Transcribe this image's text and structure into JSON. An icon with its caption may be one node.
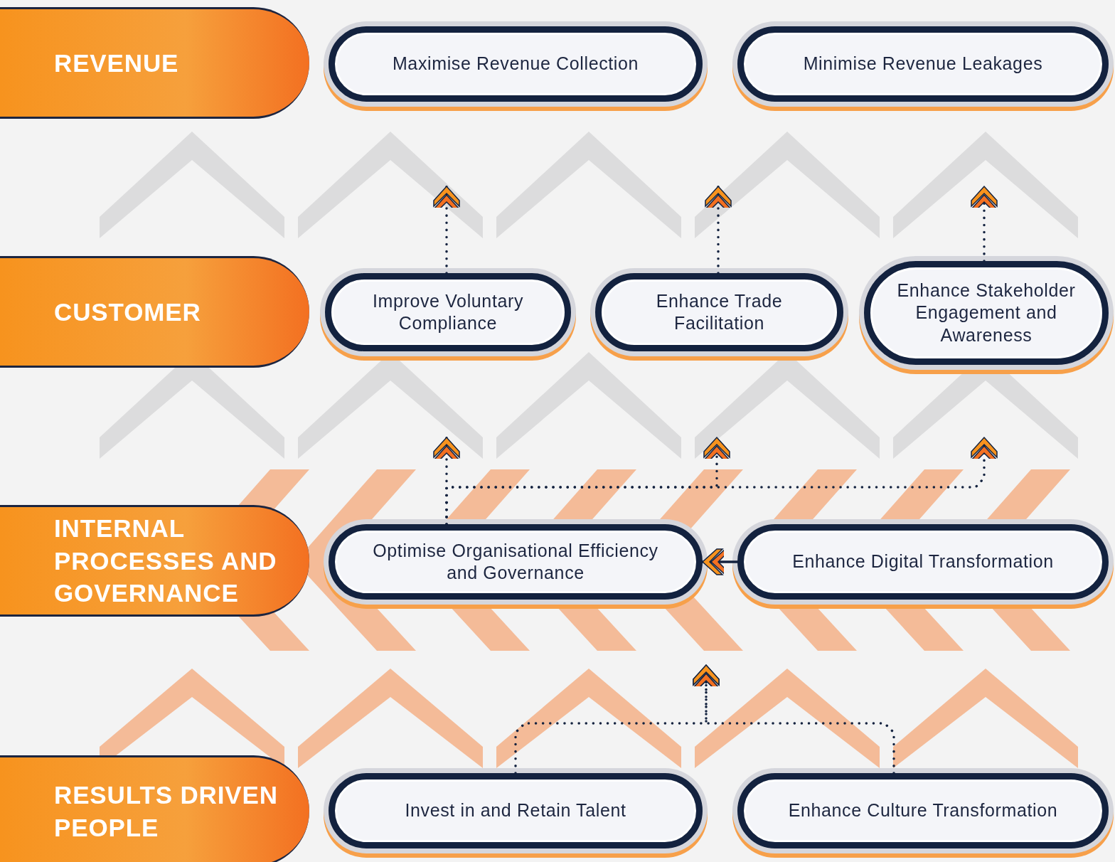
{
  "diagram": {
    "nodes": [
      {
        "text": [
          "REVENUE"
        ]
      },
      {
        "text": [
          "Maximise Revenue Collection"
        ]
      },
      {
        "text": [
          "Minimise Revenue Leakages"
        ]
      },
      {
        "text": [
          "CUSTOMER"
        ]
      },
      {
        "text": [
          "Improve Voluntary Compliance"
        ]
      },
      {
        "text": [
          "Enhance Trade Facilitation"
        ]
      },
      {
        "text": [
          "Enhance Stakeholder Engagement and Awareness"
        ]
      },
      {
        "text": [
          "INTERNAL PROCESSES AND GOVERNANCE"
        ]
      },
      {
        "text": [
          "Optimise Organisational Efficiency and Governance"
        ]
      },
      {
        "text": [
          "Enhance Digital Transformation"
        ]
      },
      {
        "text": [
          "RESULTS DRIVEN PEOPLE"
        ]
      },
      {
        "text": [
          "Invest in and Retain Talent"
        ]
      },
      {
        "text": [
          "Enhance Culture Transformation"
        ]
      }
    ],
    "edges": [
      {
        "from": 4,
        "to": null,
        "arrow": "to",
        "style": "dashed"
      },
      {
        "from": 5,
        "to": null,
        "arrow": "to",
        "style": "dashed"
      },
      {
        "from": 6,
        "to": null,
        "arrow": "to",
        "style": "dashed"
      },
      {
        "from": 8,
        "to": null,
        "arrow": "to",
        "style": "dashed"
      },
      {
        "from": 8,
        "to": null,
        "arrow": "to",
        "style": "dashed"
      },
      {
        "from": 8,
        "to": null,
        "arrow": "to",
        "style": "dashed"
      },
      {
        "from": 9,
        "to": 8,
        "arrow": "to"
      },
      {
        "from": 11,
        "to": null,
        "arrow": "to",
        "style": "dashed"
      },
      {
        "from": 12,
        "to": null,
        "arrow": "to",
        "style": "dashed"
      }
    ]
  }
}
